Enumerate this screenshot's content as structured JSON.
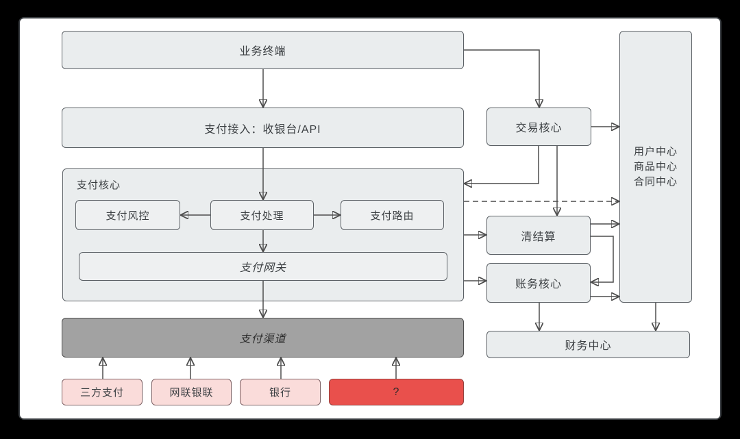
{
  "diagram": {
    "nodes": {
      "business_terminal": "业务终端",
      "payment_access": "支付接入：收银台/API",
      "payment_core_label": "支付核心",
      "payment_risk": "支付风控",
      "payment_process": "支付处理",
      "payment_route": "支付路由",
      "payment_gateway": "支付网关",
      "payment_channel": "支付渠道",
      "third_party": "三方支付",
      "netunion_unionpay": "网联银联",
      "bank": "银行",
      "unknown_channel": "?",
      "trade_core": "交易核心",
      "clearing_settlement": "清结算",
      "account_core": "账务核心",
      "finance_center": "财务中心",
      "center_stack": {
        "lines": [
          "用户中心",
          "商品中心",
          "合同中心"
        ]
      }
    },
    "colors": {
      "canvas": "#000000",
      "sheet": "#ffffff",
      "node_fill": "#eaedee",
      "node_border": "#5c6166",
      "channel_bar_fill": "#a2a2a2",
      "pink_fill": "#fadcda",
      "pink_border": "#7d6164",
      "red_fill": "#e9504c",
      "red_border": "#95403d",
      "wire": "#4d4d4d",
      "text": "#3a3e41"
    }
  }
}
